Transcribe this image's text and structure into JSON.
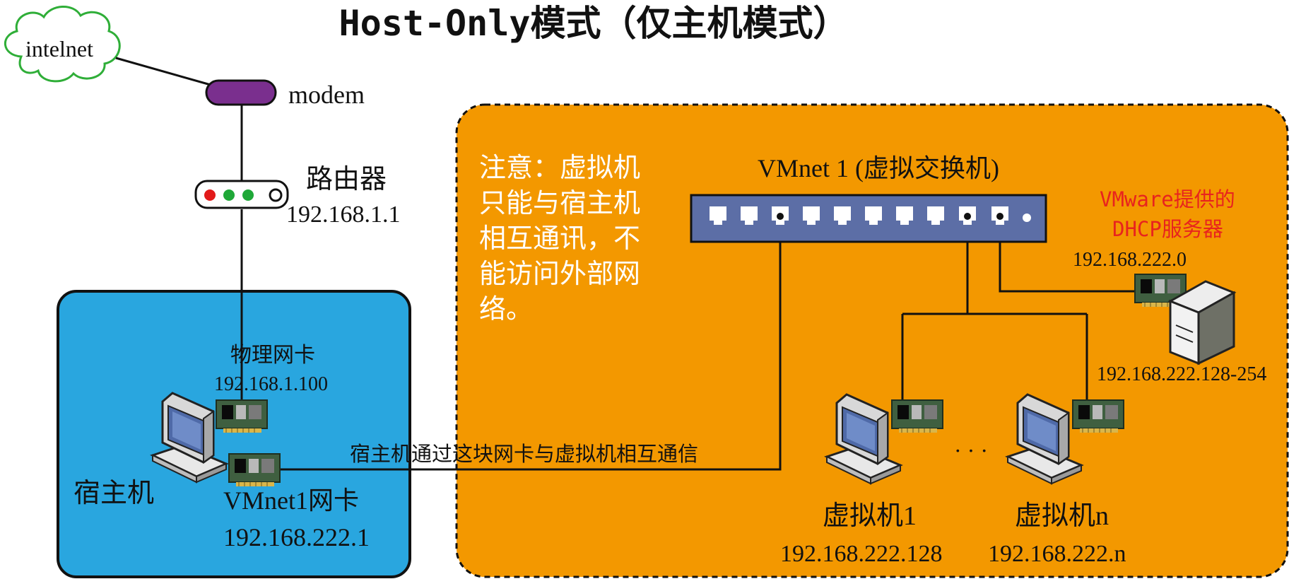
{
  "title": "Host-Only模式（仅主机模式）",
  "cloud_label": "intelnet",
  "modem_label": "modem",
  "router": {
    "name": "路由器",
    "ip": "192.168.1.1"
  },
  "host": {
    "physical_nic_label": "物理网卡",
    "physical_nic_ip": "192.168.1.100",
    "name": "宿主机",
    "vmnet_nic_label": "VMnet1网卡",
    "vmnet_nic_ip": "192.168.222.1"
  },
  "link_label": "宿主机通过这块网卡与虚拟机相互通信",
  "note_lines": [
    "注意：虚拟机",
    "只能与宿主机",
    "相互通讯，不",
    "能访问外部网",
    "络。"
  ],
  "switch_label": "VMnet 1 (虚拟交换机)",
  "dhcp": {
    "label_lines": [
      "VMware提供的",
      "DHCP服务器"
    ],
    "ip_top": "192.168.222.0",
    "ip_range": "192.168.222.128-254"
  },
  "vm1": {
    "name": "虚拟机1",
    "ip": "192.168.222.128"
  },
  "vmn": {
    "name": "虚拟机n",
    "ip": "192.168.222.n"
  },
  "ellipsis": "· · ·",
  "colors": {
    "host_zone": "#29a6df",
    "vm_zone": "#f39800",
    "switch": "#5c6ea6",
    "modem": "#7a2f8e",
    "dhcp_text": "#e8231e",
    "cloud_border": "#2fae38"
  }
}
